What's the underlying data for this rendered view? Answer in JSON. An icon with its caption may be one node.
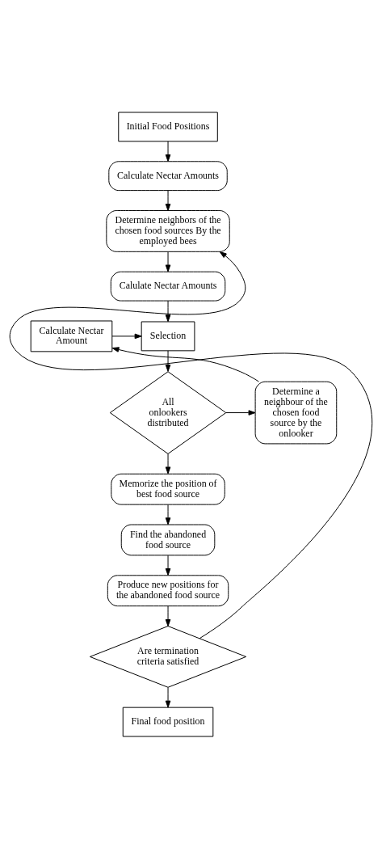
{
  "diagram": {
    "nodes": [
      {
        "text": [
          "Initial Food Positions"
        ]
      },
      {
        "text": [
          "Calculate Nectar Amounts"
        ]
      },
      {
        "text": [
          "Determine neighbors of the chosen food sources By the employed bees"
        ]
      },
      {
        "text": [
          "Calulate Nectar Amounts"
        ]
      },
      {
        "text": [
          "Selection"
        ]
      },
      {
        "text": [
          "Calculate Nectar Amount"
        ]
      },
      {
        "text": [
          "All onlookers distributed"
        ]
      },
      {
        "text": [
          "Determine a neighbour of the chosen food source by the onlooker"
        ]
      },
      {
        "text": [
          "Memorize the position of best food source"
        ]
      },
      {
        "text": [
          "Find the abandoned food source"
        ]
      },
      {
        "text": [
          "Produce new positions for the abandoned food source"
        ]
      },
      {
        "text": [
          "Are termination criteria satisfied"
        ]
      },
      {
        "text": [
          "Final food position"
        ]
      }
    ],
    "edges": [
      {
        "from": 0,
        "to": 1,
        "arrow": "to"
      },
      {
        "from": 1,
        "to": 2,
        "arrow": "to"
      },
      {
        "from": 2,
        "to": 3,
        "arrow": "to"
      },
      {
        "from": 3,
        "to": 4,
        "arrow": "to"
      },
      {
        "from": 4,
        "to": 6,
        "arrow": "to"
      },
      {
        "from": 6,
        "to": 7,
        "arrow": "to"
      },
      {
        "from": 7,
        "to": 5,
        "arrow": "to"
      },
      {
        "from": 5,
        "to": 4,
        "arrow": "to"
      },
      {
        "from": 6,
        "to": 8,
        "arrow": "to"
      },
      {
        "from": 8,
        "to": 9,
        "arrow": "to"
      },
      {
        "from": 9,
        "to": 10,
        "arrow": "to"
      },
      {
        "from": 10,
        "to": 11,
        "arrow": "to"
      },
      {
        "from": 11,
        "to": 12,
        "arrow": "to"
      },
      {
        "from": 11,
        "to": 2,
        "arrow": "to"
      }
    ]
  }
}
